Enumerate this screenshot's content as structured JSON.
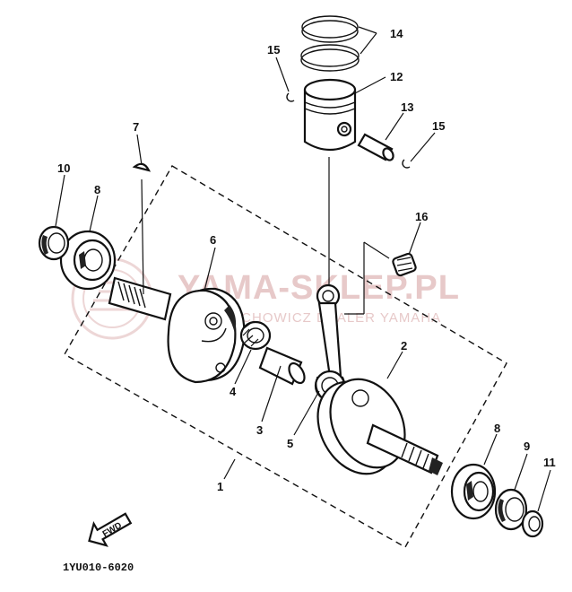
{
  "diagram": {
    "callouts": [
      {
        "id": "c1",
        "text": "1"
      },
      {
        "id": "c2",
        "text": "2"
      },
      {
        "id": "c3",
        "text": "3"
      },
      {
        "id": "c4",
        "text": "4"
      },
      {
        "id": "c5",
        "text": "5"
      },
      {
        "id": "c6",
        "text": "6"
      },
      {
        "id": "c7",
        "text": "7"
      },
      {
        "id": "c8a",
        "text": "8"
      },
      {
        "id": "c8b",
        "text": "8"
      },
      {
        "id": "c9",
        "text": "9"
      },
      {
        "id": "c10",
        "text": "10"
      },
      {
        "id": "c11",
        "text": "11"
      },
      {
        "id": "c12",
        "text": "12"
      },
      {
        "id": "c13",
        "text": "13"
      },
      {
        "id": "c14",
        "text": "14"
      },
      {
        "id": "c15a",
        "text": "15"
      },
      {
        "id": "c15b",
        "text": "15"
      },
      {
        "id": "c16",
        "text": "16"
      }
    ],
    "fwd_label": "FWD",
    "drawing_code": "1YU010-6020"
  },
  "watermark": {
    "line1": "YAMA-SKLEP.PL",
    "line2": "SIECHOWICZ DEALER YAMAHA"
  },
  "colors": {
    "ink": "#111111",
    "watermark": "#e7c9c9"
  }
}
